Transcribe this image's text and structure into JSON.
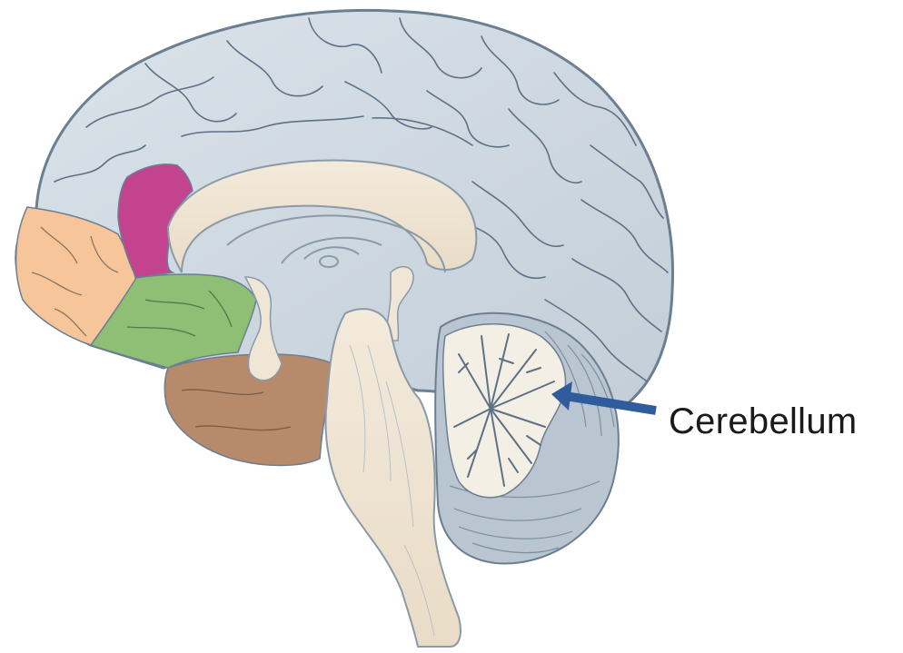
{
  "diagram": {
    "label": "Cerebellum",
    "colors": {
      "cortex": "#cfd8e0",
      "cortex_outline": "#6b7f90",
      "gyri": "#5d7184",
      "inner_structure": "#f0e6d6",
      "cerebellum_white": "#f4efe4",
      "prefrontal": "#f6c69a",
      "pink_region": "#c4438f",
      "green_region": "#8fbf74",
      "temporal": "#b88a6c",
      "arrow": "#2f5c9d"
    },
    "regions": [
      "cortex",
      "prefrontal-region",
      "pink-region",
      "green-region",
      "temporal-region",
      "corpus-callosum",
      "brainstem",
      "cerebellum"
    ]
  }
}
